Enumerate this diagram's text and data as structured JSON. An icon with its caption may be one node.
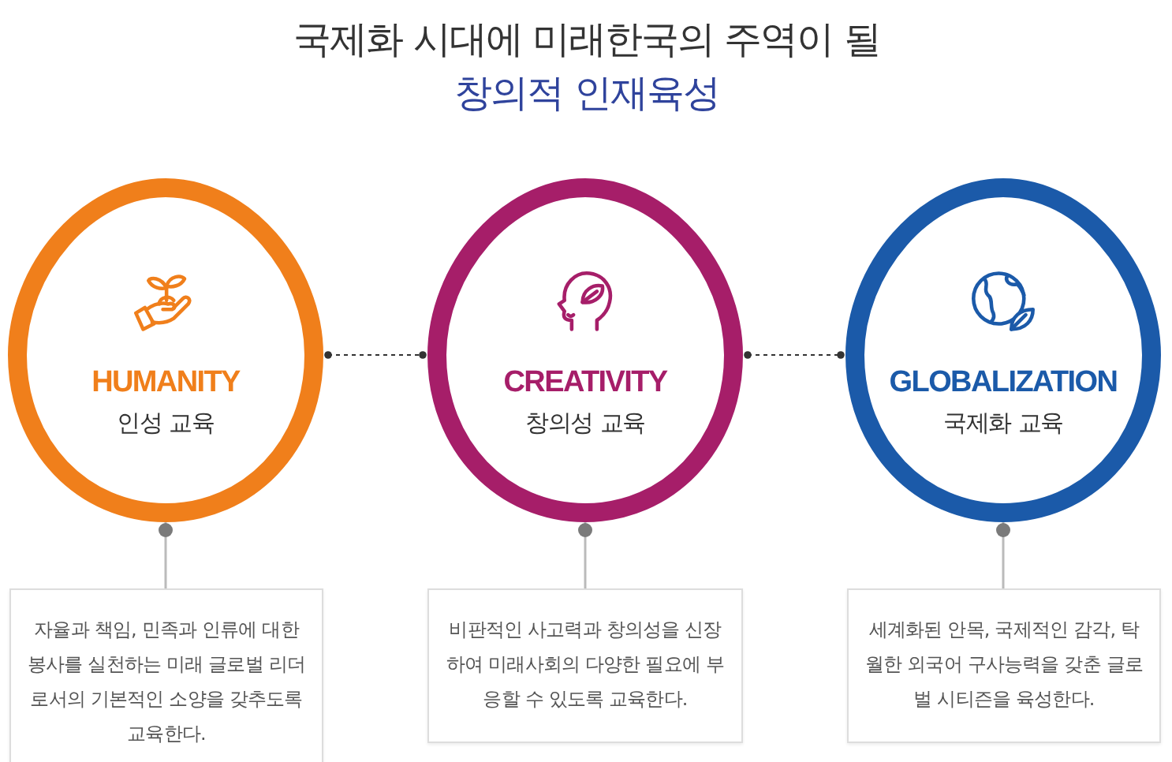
{
  "diagram": {
    "title": "국제화 시대에 미래한국의 주역이 될 창의적 인재육성",
    "nodes": [
      {
        "text": [
          "HUMANITY",
          "인성 교육"
        ]
      },
      {
        "text": [
          "CREATIVITY",
          "창의성 교육"
        ]
      },
      {
        "text": [
          "GLOBALIZATION",
          "국제화 교육"
        ]
      },
      {
        "text": [
          "자율과 책임, 민족과 인류에 대한 봉사를 실천하는 미래 글로벌 리더로서의 기본적인 소양을 갖추도록 교육한다."
        ]
      },
      {
        "text": [
          "비판적인 사고력과 창의성을 신장하여 미래사회의 다양한 필요에 부응할 수 있도록 교육한다."
        ]
      },
      {
        "text": [
          "세계화된 안목, 국제적인 감각, 탁월한 외국어 구사능력을 갖춘 글로벌 시티즌을 육성한다."
        ]
      }
    ],
    "edges": [
      {
        "from": 0,
        "to": 1,
        "arrow": "other",
        "style": "dashed",
        "color": "#333333"
      },
      {
        "from": 1,
        "to": 2,
        "arrow": "other",
        "style": "dashed",
        "color": "#333333"
      },
      {
        "from": 0,
        "to": 3,
        "arrow": "other",
        "color": "#bbbbbb"
      },
      {
        "from": 1,
        "to": 4,
        "arrow": "other",
        "color": "#bbbbbb"
      },
      {
        "from": 2,
        "to": 5,
        "arrow": "other",
        "color": "#bbbbbb"
      }
    ]
  }
}
